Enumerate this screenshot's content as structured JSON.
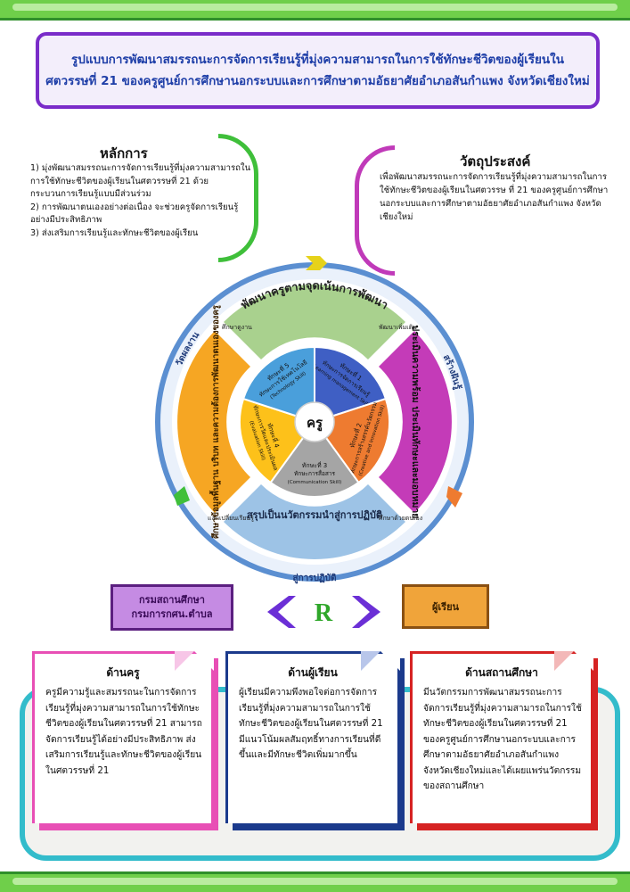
{
  "header": {
    "title_line1": "รูปแบบการพัฒนาสมรรถนะการจัดการเรียนรู้ที่มุ่งความสามารถในการใช้ทักษะชีวิตของผู้เรียนใน",
    "title_line2": "ศตวรรษที่ 21 ของครูศูนย์การศึกษานอกระบบและการศึกษาตามอัธยาศัยอำเภอสันกำแพง จังหวัดเชียงใหม่"
  },
  "principles": {
    "title": "หลักการ",
    "items": [
      "1) มุ่งพัฒนาสมรรถนะการจัดการเรียนรู้ที่มุ่งความสามารถในการใช้ทักษะชีวิตของผู้เรียนในศตวรรษที่ 21 ด้วยกระบวนการเรียนรู้แบบมีส่วนร่วม",
      "2) การพัฒนาตนเองอย่างต่อเนื่อง จะช่วยครูจัดการเรียนรู้อย่างมีประสิทธิภาพ",
      "3) ส่งเสริมการเรียนรู้และทักษะชีวิตของผู้เรียน"
    ]
  },
  "objectives": {
    "title": "วัตถุประสงค์",
    "text": "เพื่อพัฒนาสมรรถนะการจัดการเรียนรู้ที่มุ่งความสามารถในการใช้ทักษะชีวิตของผู้เรียนในศตวรรษ ที่ 21 ของครูศูนย์การศึกษานอกระบบและการศึกษาตามอัธยาศัยอำเภอสันกำแพง จังหวัดเชียงใหม่"
  },
  "diagram": {
    "outer_ring": {
      "left": "วัดผลงาน",
      "right": "สร้างฝันรู้",
      "bottom": "สู่การปฏิบัติ"
    },
    "bands": {
      "top": "พัฒนาครูตามจุดเน้นการพัฒนา",
      "right": "ประเมินความพร้อม ประเมินทักษะและมอบหมาย",
      "bottom": "สรุปเป็นนวัตกรรมนำสู่การปฏิบัติ",
      "left": "ศึกษาข้อมูลพื้นฐาน บริบท และความต้องการพัฒนาตนเองของครู"
    },
    "small_labels": {
      "top_left": "ศึกษาดูงาน",
      "top_right": "พัฒนาเพิ่มเติม",
      "bottom_left": "แลกเปลี่ยนเรียนรู้",
      "bottom_right": "ศึกษาด้วยตนเอง"
    },
    "center": "ครู",
    "skills": [
      {
        "line1": "ทักษะที่ 1",
        "line2": "ทักษะการจัดการเรียนรู้",
        "line3": "(Learning management Skill)",
        "color": "#3f5fc4"
      },
      {
        "line1": "ทักษะที่ 2",
        "line2": "ทักษะการสร้างสรรค์นวัตกรรม",
        "line3": "(Creative and Innovation Skill)",
        "color": "#ee7b30"
      },
      {
        "line1": "ทักษะที่ 3",
        "line2": "ทักษะการสื่อสาร",
        "line3": "(Communication Skill)",
        "color": "#a5a5a5"
      },
      {
        "line1": "ทักษะที่ 4",
        "line2": "ทักษะการวัดและประเมินผล",
        "line3": "(Evaluation Skill)",
        "color": "#fdc11a"
      },
      {
        "line1": "ทักษะที่ 5",
        "line2": "ทักษะการใช้เทคโนโลยี",
        "line3": "(Technology Skill)",
        "color": "#4a9fdb"
      }
    ],
    "colors": {
      "band_top": "#a9d18e",
      "band_right": "#c43bb8",
      "band_bottom": "#9dc3e6",
      "band_left": "#f6a623",
      "ring": "#2e75b6"
    }
  },
  "middle": {
    "left_line1": "กรมสถานศึกษา",
    "left_line2": "กรมการกศน.ตำบล",
    "center_letter": "R",
    "right_label": "ผู้เรียน"
  },
  "cards": [
    {
      "title": "ด้านครู",
      "text": "ครูมีความรู้และสมรรถนะในการจัดการเรียนรู้ที่มุ่งความสามารถในการใช้ทักษะชีวิตของผู้เรียนในศตวรรษที่ 21 สามารถจัดการเรียนรู้ได้อย่างมีประสิทธิภาพ ส่งเสริมการเรียนรู้และทักษะชีวิตของผู้เรียนในศตวรรษที่ 21"
    },
    {
      "title": "ด้านผู้เรียน",
      "text": "ผู้เรียนมีความพึงพอใจต่อการจัดการเรียนรู้ที่มุ่งความสามารถในการใช้ทักษะชีวิตของผู้เรียนในศตวรรษที่ 21 มีแนวโน้มผลสัมฤทธิ์ทางการเรียนที่ดีขึ้นและมีทักษะชีวิตเพิ่มมากขึ้น"
    },
    {
      "title": "ด้านสถานศึกษา",
      "text": "มีนวัตกรรมการพัฒนาสมรรถนะการจัดการเรียนรู้ที่มุ่งความสามารถในการใช้ทักษะชีวิตของผู้เรียนในศตวรรษที่ 21 ของครูศูนย์การศึกษานอกระบบและการศึกษาตามอัธยาศัยอำเภอสันกำแพง จังหวัดเชียงใหม่และได้เผยแพร่นวัตกรรมของสถานศึกษา"
    }
  ]
}
